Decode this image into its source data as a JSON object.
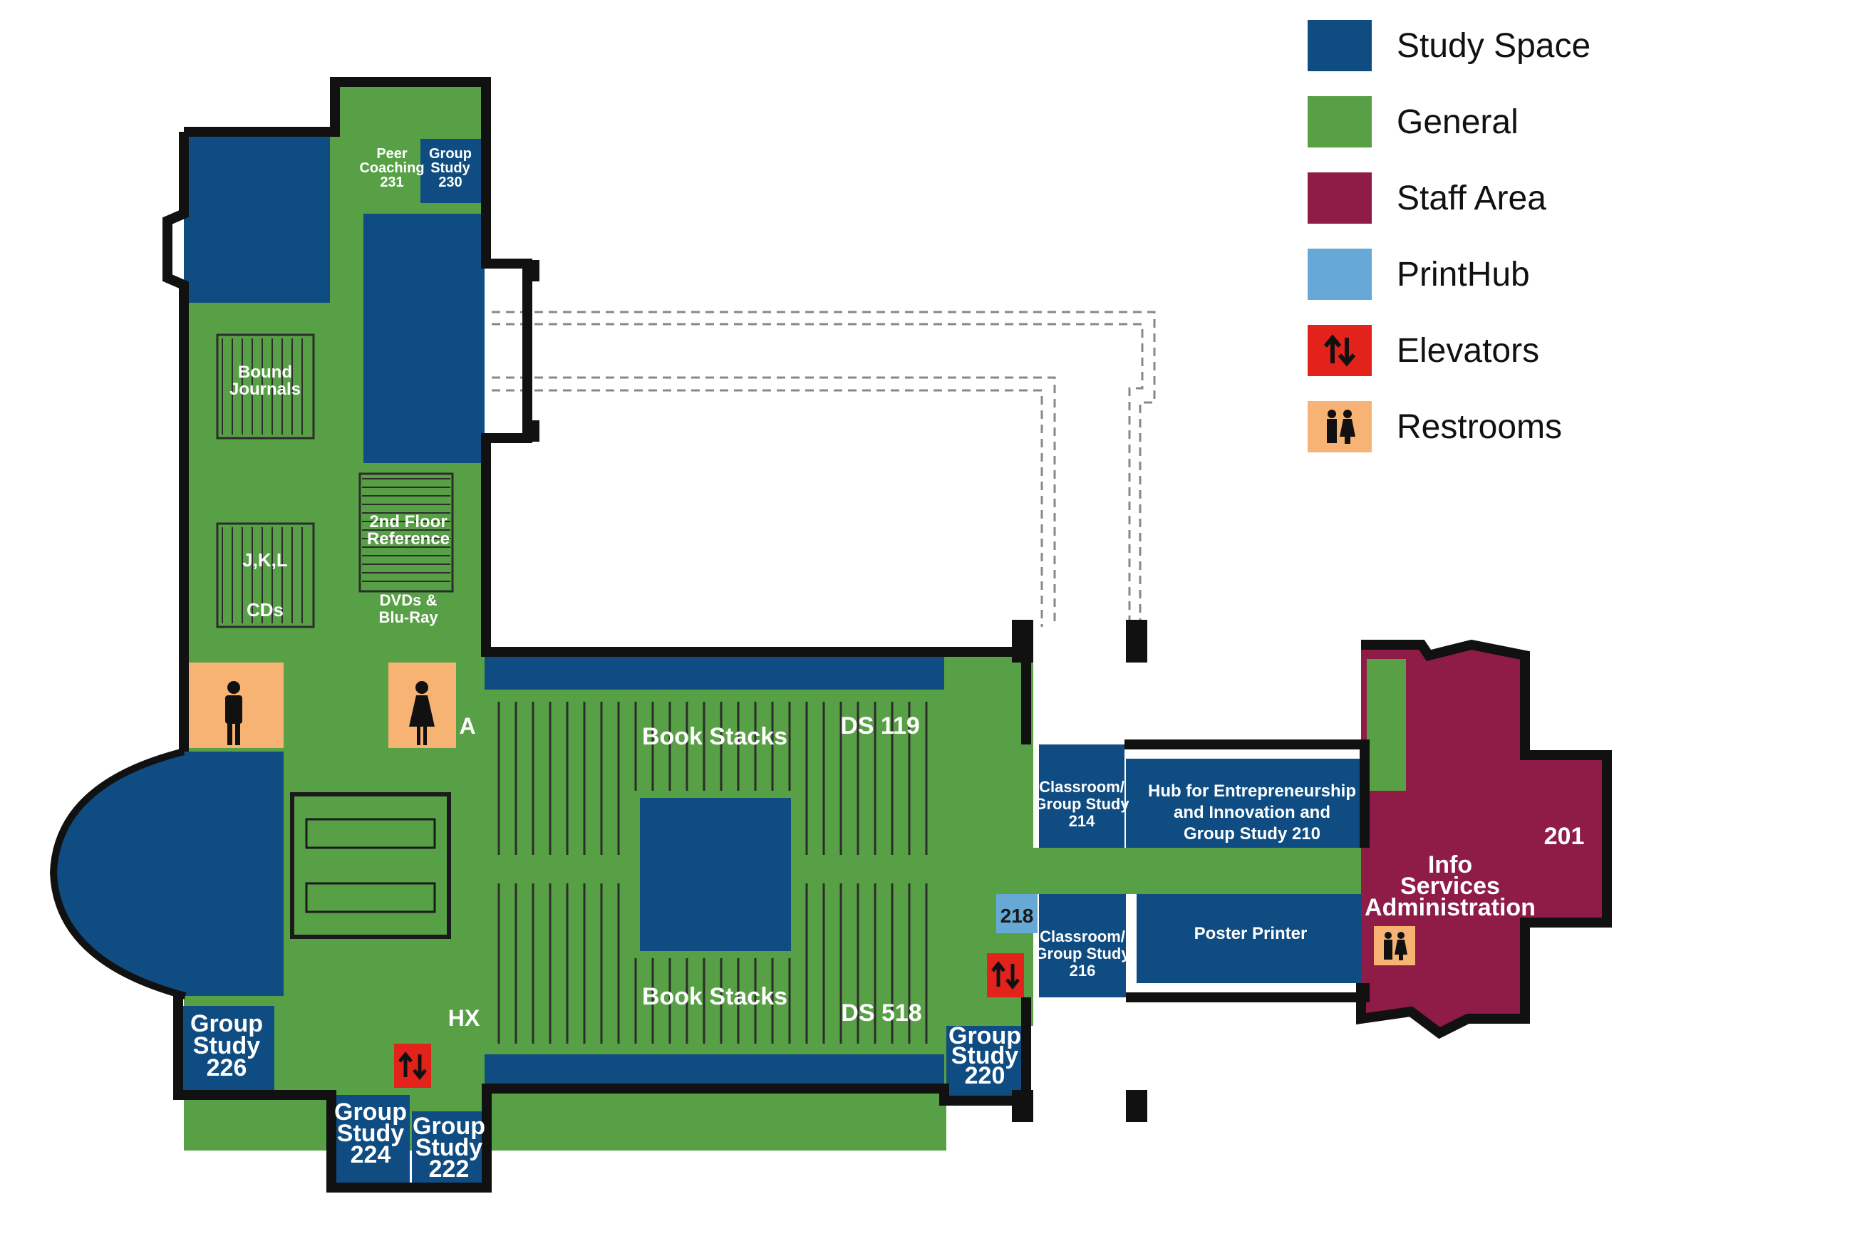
{
  "colors": {
    "study_space": "#0f4c81",
    "general": "#58a045",
    "staff_area": "#8e1c47",
    "printhub": "#67a9d6",
    "elevator": "#e3231b",
    "restroom": "#f7b373"
  },
  "legend": [
    {
      "label": "Study Space",
      "color_key": "study_space",
      "icon": "swatch"
    },
    {
      "label": "General",
      "color_key": "general",
      "icon": "swatch"
    },
    {
      "label": "Staff Area",
      "color_key": "staff_area",
      "icon": "swatch"
    },
    {
      "label": "PrintHub",
      "color_key": "printhub",
      "icon": "swatch"
    },
    {
      "label": "Elevators",
      "color_key": "elevator",
      "icon": "elevator-arrows-icon"
    },
    {
      "label": "Restrooms",
      "color_key": "restroom",
      "icon": "restroom-people-icon"
    }
  ],
  "rooms": {
    "peer_coaching": [
      "Peer",
      "Coaching",
      "231"
    ],
    "group_study_230": [
      "Group",
      "Study",
      "230"
    ],
    "bound_journals": [
      "Bound",
      "Journals"
    ],
    "second_floor_reference": [
      "2nd Floor",
      "Reference"
    ],
    "jkl": [
      "J,K,L"
    ],
    "cds": [
      "CDs"
    ],
    "dvds": [
      "DVDs &",
      "Blu-Ray"
    ],
    "a_label": [
      "A"
    ],
    "book_stacks_top": [
      "Book Stacks"
    ],
    "ds119": [
      "DS 119"
    ],
    "book_stacks_bottom": [
      "Book Stacks"
    ],
    "ds518": [
      "DS 518"
    ],
    "hx": [
      "HX"
    ],
    "classroom_214": [
      "Classroom/",
      "Group Study",
      "214"
    ],
    "hub_210": [
      "Hub for Entrepreneurship",
      "and Innovation and",
      "Group Study  210"
    ],
    "printhub_218": [
      "218"
    ],
    "classroom_216": [
      "Classroom/",
      "Group Study",
      "216"
    ],
    "poster_printer": [
      "Poster Printer"
    ],
    "info_services": [
      "Info",
      "Services",
      "Administration"
    ],
    "room_201": [
      "201"
    ],
    "group_study_226": [
      "Group",
      "Study",
      "226"
    ],
    "group_study_224": [
      "Group",
      "Study",
      "224"
    ],
    "group_study_222": [
      "Group",
      "Study",
      "222"
    ],
    "group_study_220": [
      "Group",
      "Study",
      "220"
    ]
  }
}
